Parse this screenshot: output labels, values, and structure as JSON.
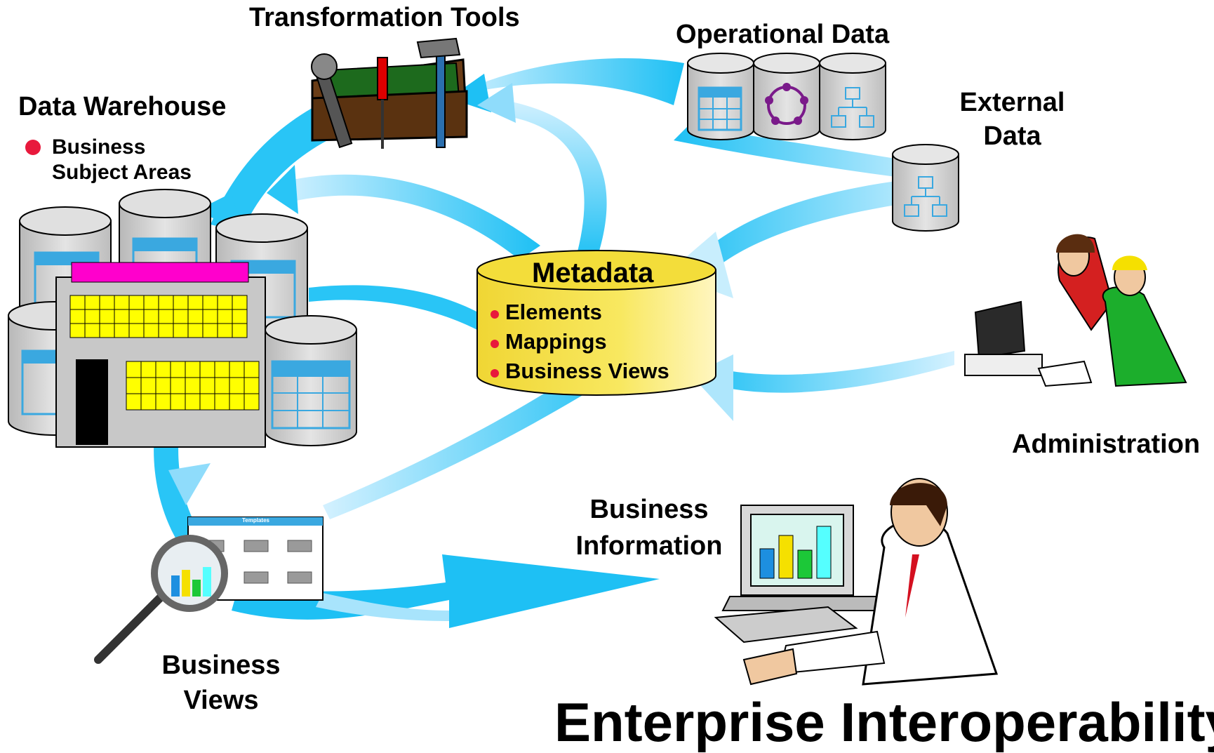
{
  "labels": {
    "transformation_tools": "Transformation Tools",
    "operational_data": "Operational Data",
    "external_data_line1": "External",
    "external_data_line2": "Data",
    "data_warehouse": "Data Warehouse",
    "dw_bullet_line1": "Business",
    "dw_bullet_line2": "Subject Areas",
    "metadata_title": "Metadata",
    "metadata_items": [
      "Elements",
      "Mappings",
      "Business Views"
    ],
    "administration": "Administration",
    "business_information_line1": "Business",
    "business_information_line2": "Information",
    "business_views_line1": "Business",
    "business_views_line2": "Views",
    "templates_title": "Templates",
    "footer_cutoff": "Enterprise Interoperability"
  },
  "colors": {
    "flow_blue": "#29c5f6",
    "flow_light": "#bdeaff",
    "bullet_red": "#e8193c",
    "metadata_yellow": "#f5e14a",
    "cylinder_gray": "#cfcfcf",
    "grid_blue": "#3aa8e0",
    "window_yellow": "#ffff00",
    "roof_magenta": "#ff00cc"
  },
  "icons": [
    "toolbox-icon",
    "wrench-icon",
    "screwdriver-icon",
    "hammer-icon",
    "magnifier-icon",
    "computer-icon",
    "people-icon",
    "businessman-icon"
  ]
}
